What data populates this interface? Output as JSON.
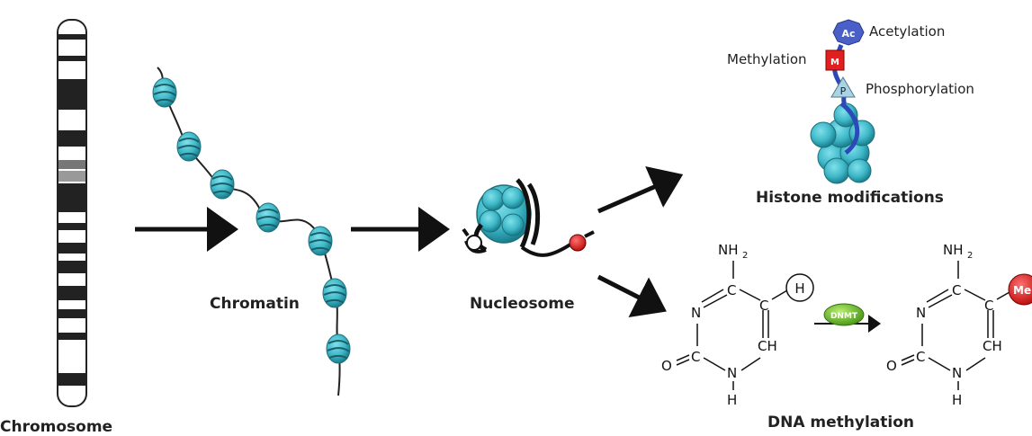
{
  "labels": {
    "chromosome": "Chromosome",
    "chromatin": "Chromatin",
    "nucleosome": "Nucleosome",
    "histone_modifications": "Histone modifications",
    "dna_methylation": "DNA methylation"
  },
  "modifications": {
    "acetylation": "Acetylation",
    "acetylation_symbol": "Ac",
    "methylation": "Methylation",
    "methylation_symbol": "M",
    "phosphorylation": "Phosphorylation",
    "phosphorylation_symbol": "P"
  },
  "enzyme": "DNMT",
  "methyl_group": "Me",
  "hydrogen_group": "H",
  "cytosine": {
    "nh2": "NH",
    "nh2_sub": "2",
    "n": "N",
    "c": "C",
    "ch": "CH",
    "o": "O",
    "h": "H"
  },
  "colors": {
    "histone": "#3fb8c8",
    "histone_dark": "#1f8a99",
    "acetyl": "#4a5fc7",
    "methyl": "#e02020",
    "phospho": "#a8d4e6",
    "enzyme": "#6cc02a",
    "arrow": "#111111"
  }
}
